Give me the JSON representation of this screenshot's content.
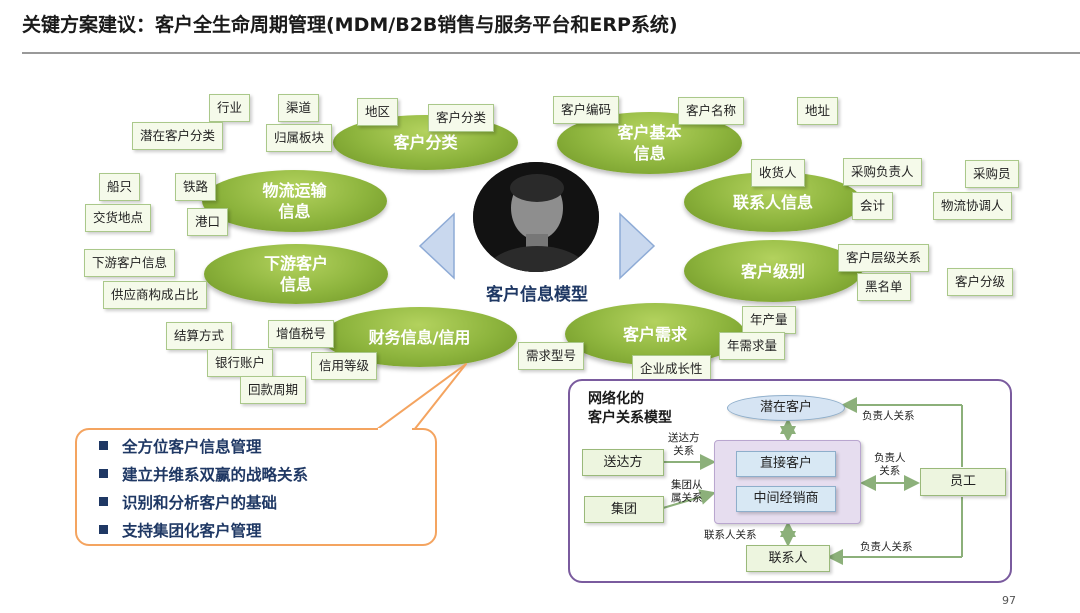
{
  "title": "关键方案建议：客户全生命周期管理(MDM/B2B销售与服务平台和ERP系统)",
  "page_number": "97",
  "center": {
    "label": "客户信息模型"
  },
  "ovals": {
    "customer_class": "客户分类",
    "customer_basic": "客户基本\n信息",
    "logistics": "物流运输\n信息",
    "contact": "联系人信息",
    "downstream": "下游客户\n信息",
    "level": "客户级别",
    "finance": "财务信息/信用",
    "demand": "客户需求"
  },
  "tags": {
    "industry": "行业",
    "channel": "渠道",
    "region": "地区",
    "customer_class": "客户分类",
    "potential_class": "潜在客户分类",
    "belong_segment": "归属板块",
    "customer_code": "客户编码",
    "customer_name": "客户名称",
    "address": "地址",
    "ship": "船只",
    "railway": "铁路",
    "delivery_place": "交货地点",
    "port": "港口",
    "receiver": "收货人",
    "purchase_owner": "采购负责人",
    "purchaser": "采购员",
    "accountant": "会计",
    "logistics_coordinator": "物流协调人",
    "downstream_info": "下游客户信息",
    "supplier_share": "供应商构成占比",
    "level_relation": "客户层级关系",
    "blacklist": "黑名单",
    "customer_grade": "客户分级",
    "settlement": "结算方式",
    "vat": "增值税号",
    "bank_account": "银行账户",
    "credit_level": "信用等级",
    "payback_period": "回款周期",
    "annual_output": "年产量",
    "annual_demand": "年需求量",
    "demand_model": "需求型号",
    "growth": "企业成长性"
  },
  "bullets": [
    "全方位客户信息管理",
    "建立并维系双赢的战略关系",
    "识别和分析客户的基础",
    "支持集团化客户管理"
  ],
  "network": {
    "title": "网络化的\n客户关系模型",
    "potential": "潜在客户",
    "direct": "直接客户",
    "distributor": "中间经销商",
    "delivery_party": "送达方",
    "group": "集团",
    "employee": "员工",
    "contact": "联系人",
    "lbl_owner_top": "负责人关系",
    "lbl_owner_mid": "负责人\n关系",
    "lbl_owner_bottom": "负责人关系",
    "lbl_delivery": "送达方\n关系",
    "lbl_group": "集团从\n属关系",
    "lbl_contact": "联系人关系"
  },
  "colors": {
    "oval_green": "#8db43d",
    "navy": "#1f3864",
    "orange": "#f4a460",
    "purple": "#7a5b9e",
    "arrow_blue": "#9fb8dc"
  }
}
